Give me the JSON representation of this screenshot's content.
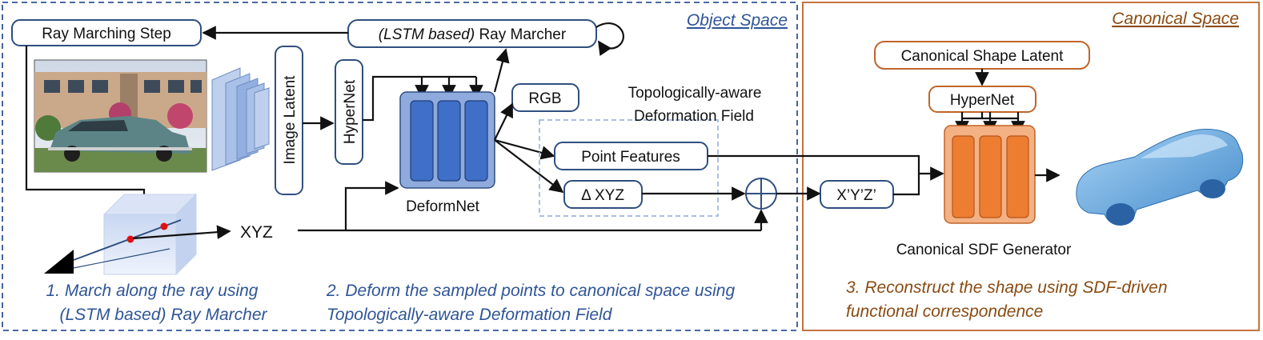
{
  "regions": {
    "object_space_title": "Object Space",
    "canonical_space_title": "Canonical Space"
  },
  "nodes": {
    "ray_marching_step": "Ray Marching Step",
    "ray_marcher_italic": "(LSTM based)",
    "ray_marcher_rest": "Ray Marcher",
    "image_latent": "Image Latent",
    "hypernet_left": "HyperNet",
    "rgb": "RGB",
    "deformnet": "DeformNet",
    "deformation_field_line1": "Topologically-aware",
    "deformation_field_line2": "Deformation  Field",
    "point_features": "Point Features",
    "delta_xyz": "Δ XYZ",
    "xyz": "XYZ",
    "xyz_prime": "X’Y’Z’",
    "canonical_shape_latent": "Canonical Shape Latent",
    "hypernet_right": "HyperNet",
    "canonical_sdf_generator": "Canonical SDF Generator"
  },
  "captions": {
    "step1_line1": "1. March along the ray using",
    "step1_line2": "(LSTM based) Ray Marcher",
    "step2_line1": "2. Deform the sampled points to canonical space using",
    "step2_line2": "Topologically-aware Deformation Field",
    "step3_line1": "3. Reconstruct the shape using SDF-driven",
    "step3_line2": "functional correspondence"
  },
  "colors": {
    "object_space_border": "#2f5597",
    "canonical_space_border": "#c0652a",
    "deformnet_fill": "#8faadc",
    "deformnet_bars": "#3f6fc6",
    "sdf_fill": "#f4b183",
    "sdf_bars": "#ed7d31"
  }
}
